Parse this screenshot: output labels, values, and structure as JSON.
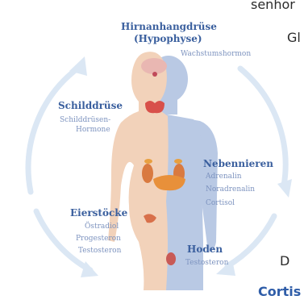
{
  "labels": {
    "hypophyse": {
      "title1": "Hirnanhangdrüse",
      "title2": "(Hypophyse)",
      "hormone": "Wachstumshormon"
    },
    "schilddruese": {
      "title": "Schilddrüse",
      "hormone1": "Schilddrüsen-",
      "hormone2": "Hormone"
    },
    "nebennieren": {
      "title": "Nebennieren",
      "hormones": [
        "Adrenalin",
        "Noradrenalin",
        "Cortisol"
      ]
    },
    "eierstoecke": {
      "title": "Eierstöcke",
      "hormones": [
        "Östradiol",
        "Progesteron",
        "Testosteron"
      ]
    },
    "hoden": {
      "title": "Hoden",
      "hormone": "Testosteron"
    }
  },
  "cropped_text": {
    "top_right": "senhor",
    "right": "Gl",
    "bottom_d": "D",
    "bottom_cortis": "Cortis"
  },
  "colors": {
    "heading": "#3a5f9e",
    "subtext": "#7d93bf",
    "arrow": "#dbe7f4",
    "female_skin": "#f2d2ba",
    "male_body": "#b9c9e4",
    "organ_orange": "#e8903a",
    "organ_red": "#d8504a"
  }
}
